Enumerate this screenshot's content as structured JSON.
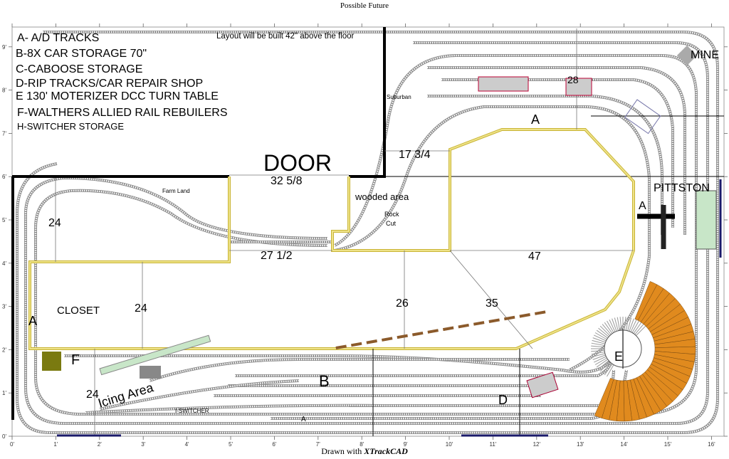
{
  "header": {
    "title": "Possible Future"
  },
  "footer": {
    "prefix": "Drawn with",
    "app": "XTrackCAD"
  },
  "legend": [
    "A- A/D TRACKS",
    "B-8X CAR STORAGE  70\"",
    "C-CABOOSE STORAGE",
    "D-RIP TRACKS/CAR REPAIR SHOP",
    "E 130' MOTERIZER DCC TURN TABLE",
    "F-WALTHERS ALLIED RAIL REBUILERS",
    "H-SWITCHER STORAGE"
  ],
  "note": "Layout will be built 42\" above the floor",
  "labels": {
    "door": "DOOR",
    "farm": "Farm Land",
    "wooded": "wooded area",
    "rock": "Rock",
    "cut": "Cut",
    "suburban": "Suburban",
    "mine": "MINE",
    "pittston": "PITTSTON",
    "closet": "CLOSET",
    "icing": "Icing Area",
    "switcher": "I-SWITCHER",
    "a_left": "A",
    "a_top": "A",
    "a_right": "A",
    "a_bottom": "A",
    "b": "B",
    "d": "D",
    "e": "E",
    "f": "F",
    "c28": "28"
  },
  "dimensions": {
    "d1": "32 5/8",
    "d2": "17 3/4",
    "d3": "27 1/2",
    "d4": "24",
    "d5": "24",
    "d6": "26",
    "d7": "35",
    "d8": "47",
    "d9": "24"
  },
  "axes": {
    "x_ticks": [
      "0'",
      "1'",
      "2'",
      "3'",
      "4'",
      "5'",
      "6'",
      "7'",
      "8'",
      "9'",
      "10'",
      "11'",
      "12'",
      "13'",
      "14'",
      "15'",
      "16'"
    ],
    "y_ticks": [
      "0'",
      "1'",
      "2'",
      "3'",
      "4'",
      "5'",
      "6'",
      "7'",
      "8'",
      "9'"
    ]
  },
  "colors": {
    "benchwork": "#c9b435",
    "roundhouse": "#e08a1e",
    "track": "#8a8a8a",
    "walls": "#000000",
    "rebuilders": "#7a7a10",
    "pittston_building": "#c8e6c8"
  }
}
